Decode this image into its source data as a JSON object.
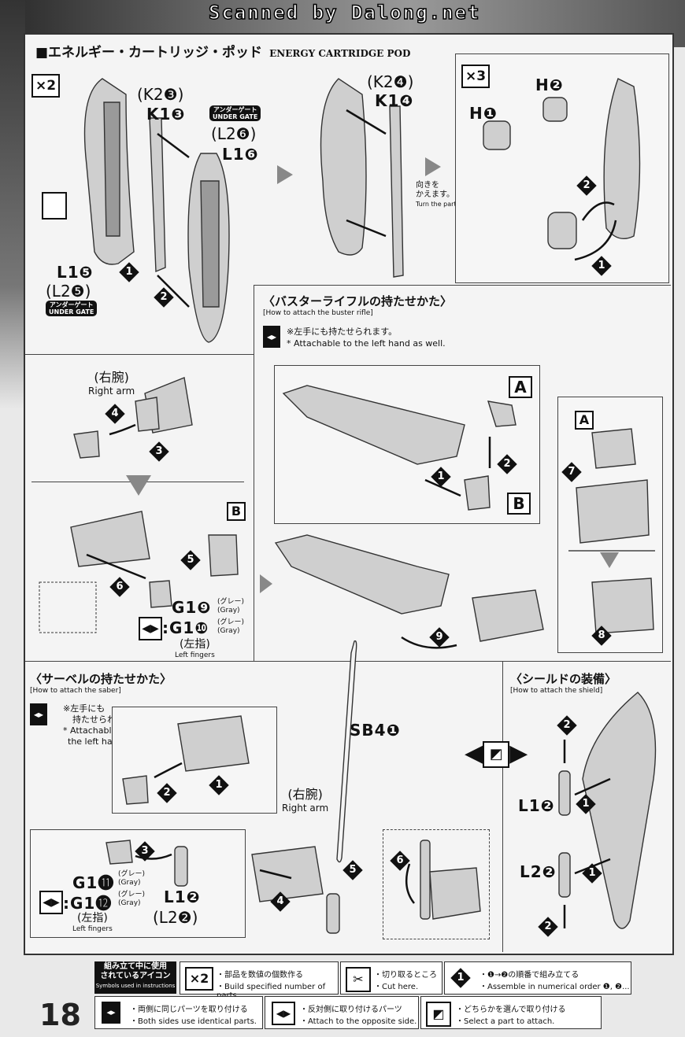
{
  "watermark": "Scanned by Dalong.net",
  "page_number": "18",
  "header": {
    "title_jp": "■エネルギー・カートリッジ・ポッド",
    "title_en": "ENERGY CARTRIDGE POD"
  },
  "section1": {
    "x2": "×2",
    "k2_3": "(K2❸)",
    "k1_3": "K1❸",
    "under_gate_jp": "アンダーゲート",
    "under_gate_en": "UNDER GATE",
    "l2_6": "(L2❻)",
    "l1_6": "L1❻",
    "l1_5": "L1❺",
    "l2_5": "(L2❺)",
    "k2_4": "(K2❹)",
    "k1_4": "K1❹",
    "turn_jp1": "向きを",
    "turn_jp2": "かえます。",
    "turn_en": "Turn the part.",
    "x3": "×3",
    "h1": "H❶",
    "h2": "H❷"
  },
  "rifle": {
    "title_jp": "〈バスターライフルの持たせかた〉",
    "title_en": "[How to attach the buster rifle]",
    "note_jp": "※左手にも持たせられます。",
    "note_en": "* Attachable to the left hand as well.",
    "right_arm_jp": "(右腕)",
    "right_arm_en": "Right arm",
    "g1_9": "G1❾",
    "g1_10": ":G1❿",
    "gray_jp": "(グレー)",
    "gray_en": "(Gray)",
    "left_fingers_jp": "(左指)",
    "left_fingers_en": "Left fingers",
    "letter_a": "A",
    "letter_b": "B"
  },
  "saber": {
    "title_jp": "〈サーベルの持たせかた〉",
    "title_en": "[How to attach the saber]",
    "note_jp1": "※左手にも",
    "note_jp2": "持たせられます。",
    "note_en1": "* Attachable to",
    "note_en2": "the left hand as well.",
    "sb4_1": "SB4❶",
    "right_arm_jp": "(右腕)",
    "right_arm_en": "Right arm",
    "g1_11": "G1⓫",
    "g1_12": ":G1⓬",
    "gray_jp": "(グレー)",
    "gray_en": "(Gray)",
    "left_fingers_jp": "(左指)",
    "left_fingers_en": "Left fingers",
    "l1_2": "L1❷",
    "l2_2": "(L2❷)"
  },
  "shield": {
    "title_jp": "〈シールドの装備〉",
    "title_en": "[How to attach the shield]",
    "l1_2": "L1❷",
    "l2_2": "L2❷"
  },
  "legend": {
    "heading_jp1": "組み立て中に使用",
    "heading_jp2": "されているアイコン",
    "heading_en": "Symbols used in instructions",
    "items": [
      {
        "icon": "×2",
        "jp": "・部品を数値の個数作る",
        "en": "・Build specified number of parts."
      },
      {
        "icon": "cut-icon",
        "jp": "・切り取るところ",
        "en": "・Cut here."
      },
      {
        "icon": "order-icon",
        "jp": "・❶→❷の順番で組み立てる",
        "en": "・Assemble in numerical order ❶, ❷..."
      },
      {
        "icon": "both-sides-icon",
        "jp": "・両側に同じパーツを取り付ける",
        "en": "・Both sides use identical parts."
      },
      {
        "icon": "opposite-side-icon",
        "jp": "・反対側に取り付けるパーツ",
        "en": "・Attach to the opposite side."
      },
      {
        "icon": "select-icon",
        "jp": "・どちらかを選んで取り付ける",
        "en": "・Select a part to attach."
      }
    ]
  },
  "steps": {
    "s1": "1",
    "s2": "2",
    "s3": "3",
    "s4": "4",
    "s5": "5",
    "s6": "6",
    "s7": "7",
    "s8": "8",
    "s9": "9"
  }
}
